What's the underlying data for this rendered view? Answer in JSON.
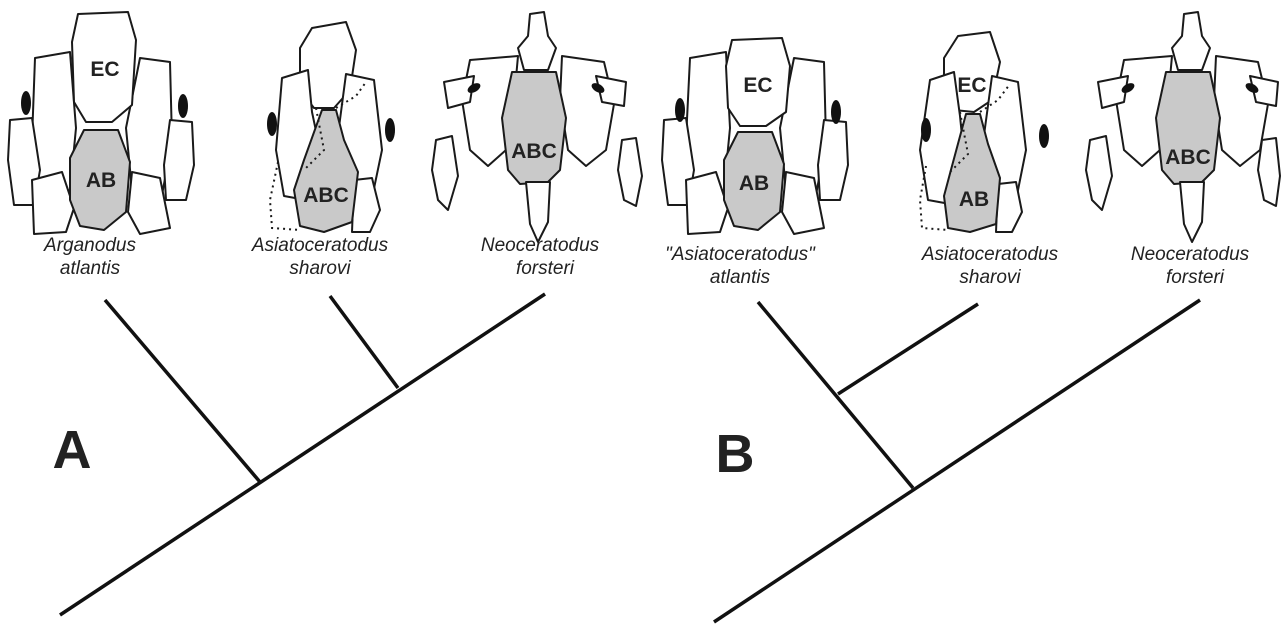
{
  "panels": [
    {
      "letter": "A",
      "skulls": [
        {
          "bones": [
            "EC",
            "AB"
          ],
          "taxon": [
            "Arganodus",
            "atlantis"
          ]
        },
        {
          "bones": [
            "ABC"
          ],
          "taxon": [
            "Asiatoceratodus",
            "sharovi"
          ]
        },
        {
          "bones": [
            "ABC"
          ],
          "taxon": [
            "Neoceratodus",
            "forsteri"
          ]
        }
      ]
    },
    {
      "letter": "B",
      "skulls": [
        {
          "bones": [
            "EC",
            "AB"
          ],
          "taxon": [
            "\"Asiatoceratodus\"",
            "atlantis"
          ]
        },
        {
          "bones": [
            "EC",
            "AB"
          ],
          "taxon": [
            "Asiatoceratodus",
            "sharovi"
          ]
        },
        {
          "bones": [
            "ABC"
          ],
          "taxon": [
            "Neoceratodus",
            "forsteri"
          ]
        }
      ]
    }
  ],
  "colors": {
    "shaded_bone": "#c9c9c9",
    "line": "#111111",
    "text": "#222222"
  }
}
